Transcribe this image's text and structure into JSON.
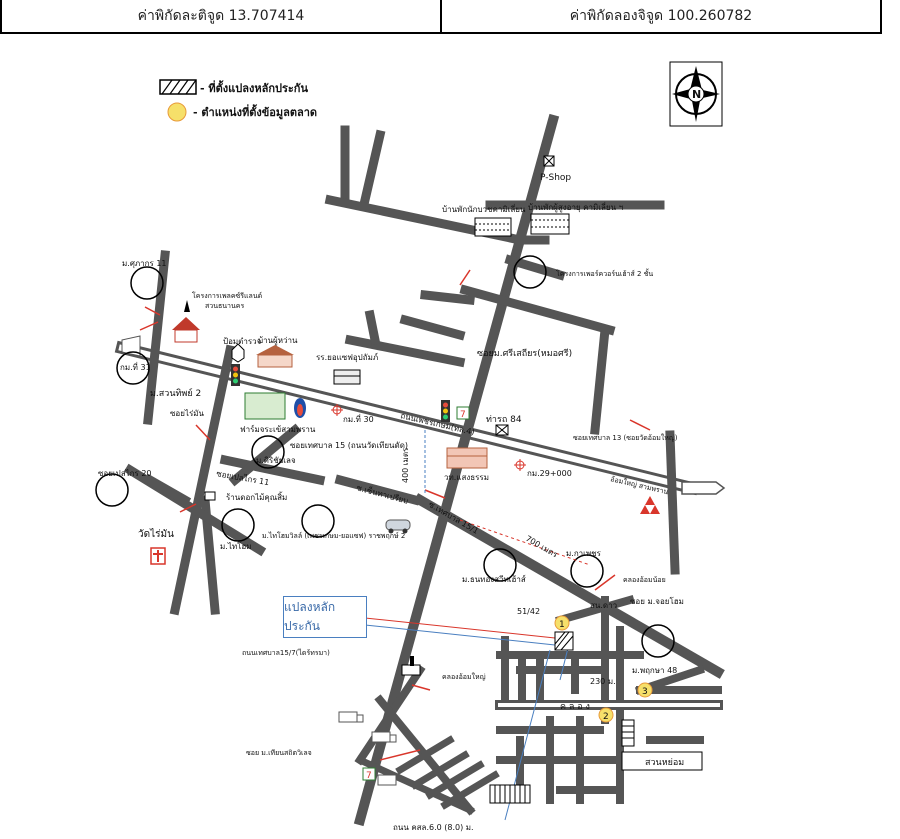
{
  "header": {
    "latitude": "ค่าพิกัดละติจูด 13.707414",
    "longitude": "ค่าพิกัดลองจิจูด 100.260782"
  },
  "legend": {
    "parcel": "- ที่ตั้งแปลงหลักประกัน",
    "comparables": "- ตำแหน่งที่ตั้งข้อมูลตลาด"
  },
  "compass_letter": "N",
  "callout": "แปลงหลักประกัน",
  "labels": {
    "pshop": "P-Shop",
    "house1": "บ้านพักนักบวชคามิเลี่ยน",
    "house2": "บ้านพักผู้สูงอายุ คามิเลี่ยน ฯ",
    "m_supakorn": "ม.ศุภากร 11",
    "project_top": "โครงการเพอร์ควอร์นเฮ้าส์ 2 ชั้น",
    "project_left1": "โครงการเพลคซ์รีแลนด์",
    "project_left2": "สวนธนานคร",
    "police": "ป้อมตำรวจ",
    "house_sua": "บ้านผู้หว่าน",
    "school": "รร.ยอแซฟอุปถัมภ์",
    "km31": "กม.ที่ 31",
    "m_suansap": "ม.สวนทิพย์ 2",
    "soi_srisathian": "ซอยม.ศรีเสถียร(หมอศรี)",
    "km30": "กม.ที่ 30",
    "thaprot": "ท่ารถ 84",
    "farm": "ฟาร์มจระเข้สามพราน",
    "soi_raiman": "ซอยไร่มัน",
    "road_petch": "ถนนเพชรเกษม(ทล.4)",
    "soi_thesaban15": "ซอยเทศบาล 15 (ถนนวัดเทียนดัด)",
    "soi_thesaban13": "ซอยเทศบาล 13 (ซอยวัดอ้อมใหญ่)",
    "dist400": "400 เมตร",
    "wat_saengtham": "วท.แสงธรรม",
    "km29": "กม.29+000",
    "to_samphran": "อ้อมใหญ่ สามพราน",
    "soi_plaikrai": "ซอยเปลไกร 20",
    "m_sirichai": "ม.ศิริชัยเลจ",
    "soi_plaikrai11": "ซอยเปลไกร 11",
    "rueanak": "ร้านดอกไม้คุณสิ้ม",
    "s_sen": "ซ.เซ็นทาเปรียบ",
    "wat_raiman": "วัดไร่มัน",
    "m_thaihome": "ม.ไทโฮม",
    "m_thaihome_ville": "ม.ไทโฮมวิลล์ (เพชรเกษม-ยอแซฟ) ราชพฤกษ์ 2",
    "soi_thesaban15_1": "ซ.เทศบาล 15/1",
    "dist700": "700 เมตร",
    "m_kaphet": "ม.กาเพชร",
    "m_thanathong": "ม.ธนทองสวีทเฮ้าส์",
    "canal1": "คลองอ้อมน้อย",
    "soi_m_jaoyhome": "ซอย ม.จอยโฮม",
    "san_dhan": "สน.ดาว",
    "num5142": "51/42",
    "road_thesaban15_7": "ถนนเทศบาล15/7(ไดร้ทรมา)",
    "m_pruksa": "ม.พฤกษา 48",
    "canal2": "คลองอ้อมใหญ่",
    "dist230": "230 ม.",
    "canal_letters": "ค  ล  อ  ง",
    "soi_thiansathit": "ซอย ม.เทียนสถิตวิเลจ",
    "suan": "สวนหย่อม",
    "road_bottom": "ถนน คสล.6.0 (8.0) ม."
  },
  "markers": [
    "1",
    "2",
    "3"
  ],
  "colors": {
    "road": "#555555",
    "red": "#d9362b",
    "blue": "#4a7fc0",
    "marker": "#f6e06a",
    "marker_stroke": "#e89a3a"
  }
}
